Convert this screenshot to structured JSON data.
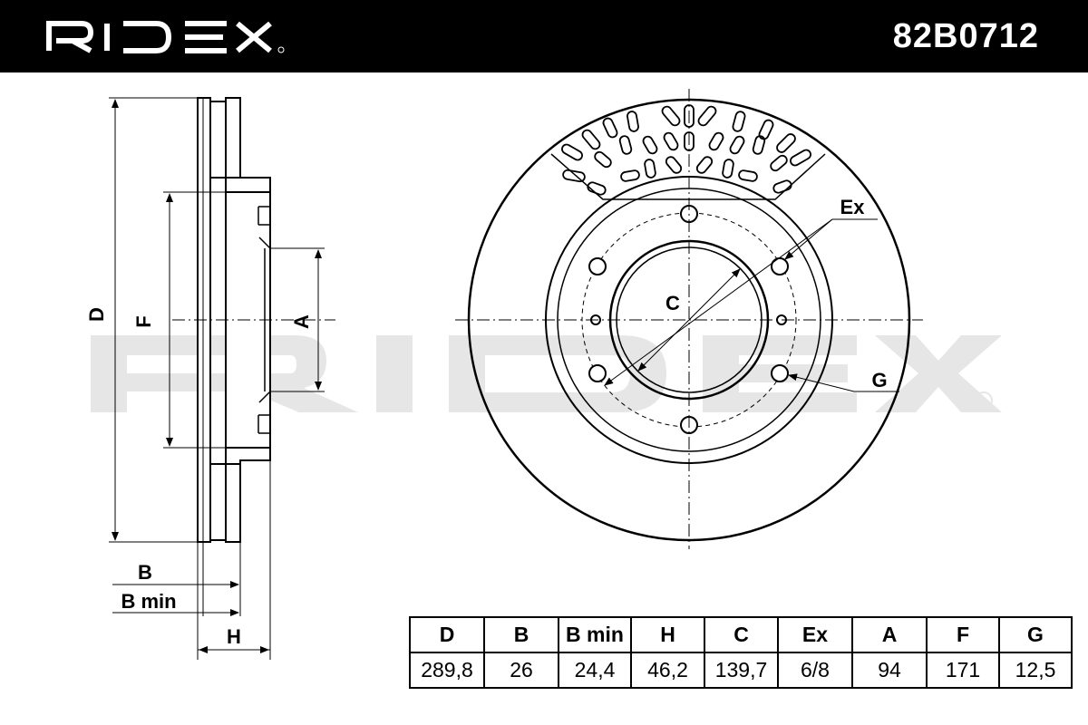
{
  "header": {
    "brand": "RIDEX",
    "part_number": "82B0712",
    "background": "#000000"
  },
  "watermark": {
    "text": "RIDEX",
    "color": "#e6e6e6"
  },
  "side_view": {
    "labels": {
      "D": "D",
      "F": "F",
      "A": "A",
      "B": "B",
      "B_min": "B min",
      "H": "H"
    }
  },
  "front_view": {
    "labels": {
      "C": "C",
      "Ex": "Ex",
      "G": "G"
    },
    "bolt_holes": 6
  },
  "specs": {
    "headers": [
      "D",
      "B",
      "B min",
      "H",
      "C",
      "Ex",
      "A",
      "F",
      "G"
    ],
    "values": [
      "289,8",
      "26",
      "24,4",
      "46,2",
      "139,7",
      "6/8",
      "94",
      "171",
      "12,5"
    ]
  }
}
